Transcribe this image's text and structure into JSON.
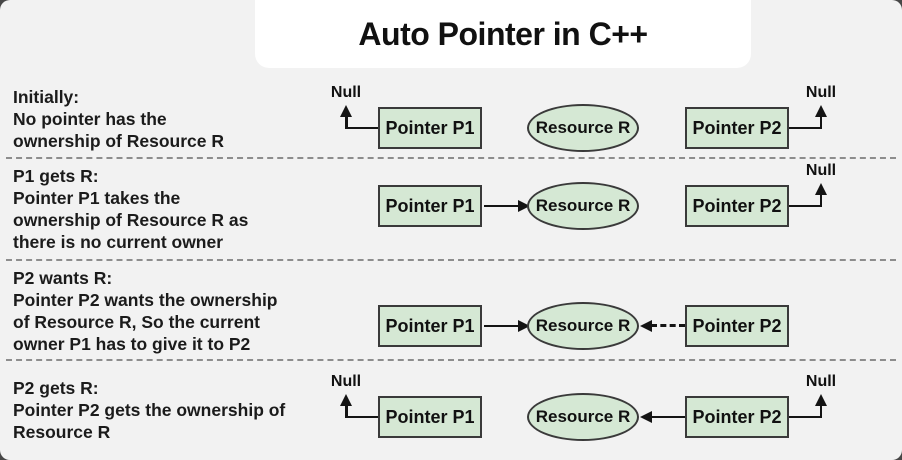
{
  "title": "Auto Pointer in C++",
  "colors": {
    "canvas_bg": "#f2f2f2",
    "title_card_bg": "#ffffff",
    "shape_fill": "#d5e8d4",
    "shape_border": "#3a3a3a",
    "connector": "#141414",
    "divider": "#8d8d8d",
    "text": "#1b1b1b"
  },
  "rows": [
    {
      "heading": "Initially:",
      "description": "No pointer has the\nownership of Resource R",
      "p1": "Pointer P1",
      "resource": "Resource R",
      "p2": "Pointer P2",
      "null_left": "Null",
      "null_right": "Null"
    },
    {
      "heading": "P1 gets R:",
      "description": "Pointer P1 takes the\nownership of Resource R as\nthere is no current owner",
      "p1": "Pointer P1",
      "resource": "Resource R",
      "p2": "Pointer P2",
      "null_right": "Null"
    },
    {
      "heading": "P2 wants R:",
      "description": "Pointer P2 wants the ownership\nof Resource R, So the current\nowner P1 has to give it to P2",
      "p1": "Pointer P1",
      "resource": "Resource R",
      "p2": "Pointer P2"
    },
    {
      "heading": "P2 gets R:",
      "description": "Pointer P2 gets the ownership of\nResource R",
      "p1": "Pointer P1",
      "resource": "Resource R",
      "p2": "Pointer P2",
      "null_left": "Null",
      "null_right": "Null"
    }
  ]
}
